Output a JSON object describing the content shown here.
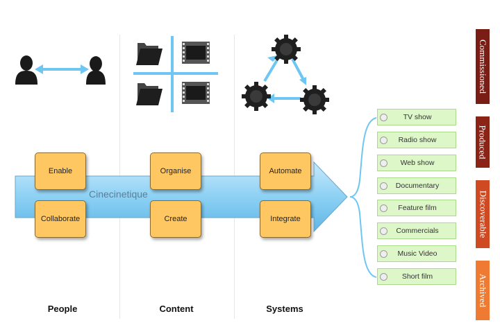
{
  "columns": {
    "people": {
      "label": "People",
      "boxes": [
        "Enable",
        "Collaborate"
      ]
    },
    "content": {
      "label": "Content",
      "boxes": [
        "Organise",
        "Create"
      ]
    },
    "systems": {
      "label": "Systems",
      "boxes": [
        "Automate",
        "Integrate"
      ]
    }
  },
  "arrow_label": "Cinecinetique",
  "outputs": [
    "TV show",
    "Radio show",
    "Web show",
    "Documentary",
    "Feature film",
    "Commercials",
    "Music Video",
    "Short film"
  ],
  "stages": [
    {
      "label": "Commissioned",
      "color": "#7a1d14"
    },
    {
      "label": "Produced",
      "color": "#8b2416"
    },
    {
      "label": "Discoverable",
      "color": "#cf4a22"
    },
    {
      "label": "Archived",
      "color": "#ef7b32"
    }
  ],
  "colors": {
    "arrow": "#7fc8ee",
    "box": "#ffc761",
    "output": "#ddf7c8",
    "connector": "#6fc6f2"
  },
  "icons": [
    "person-icon",
    "folder-icon",
    "film-strip-icon",
    "gear-icon"
  ]
}
